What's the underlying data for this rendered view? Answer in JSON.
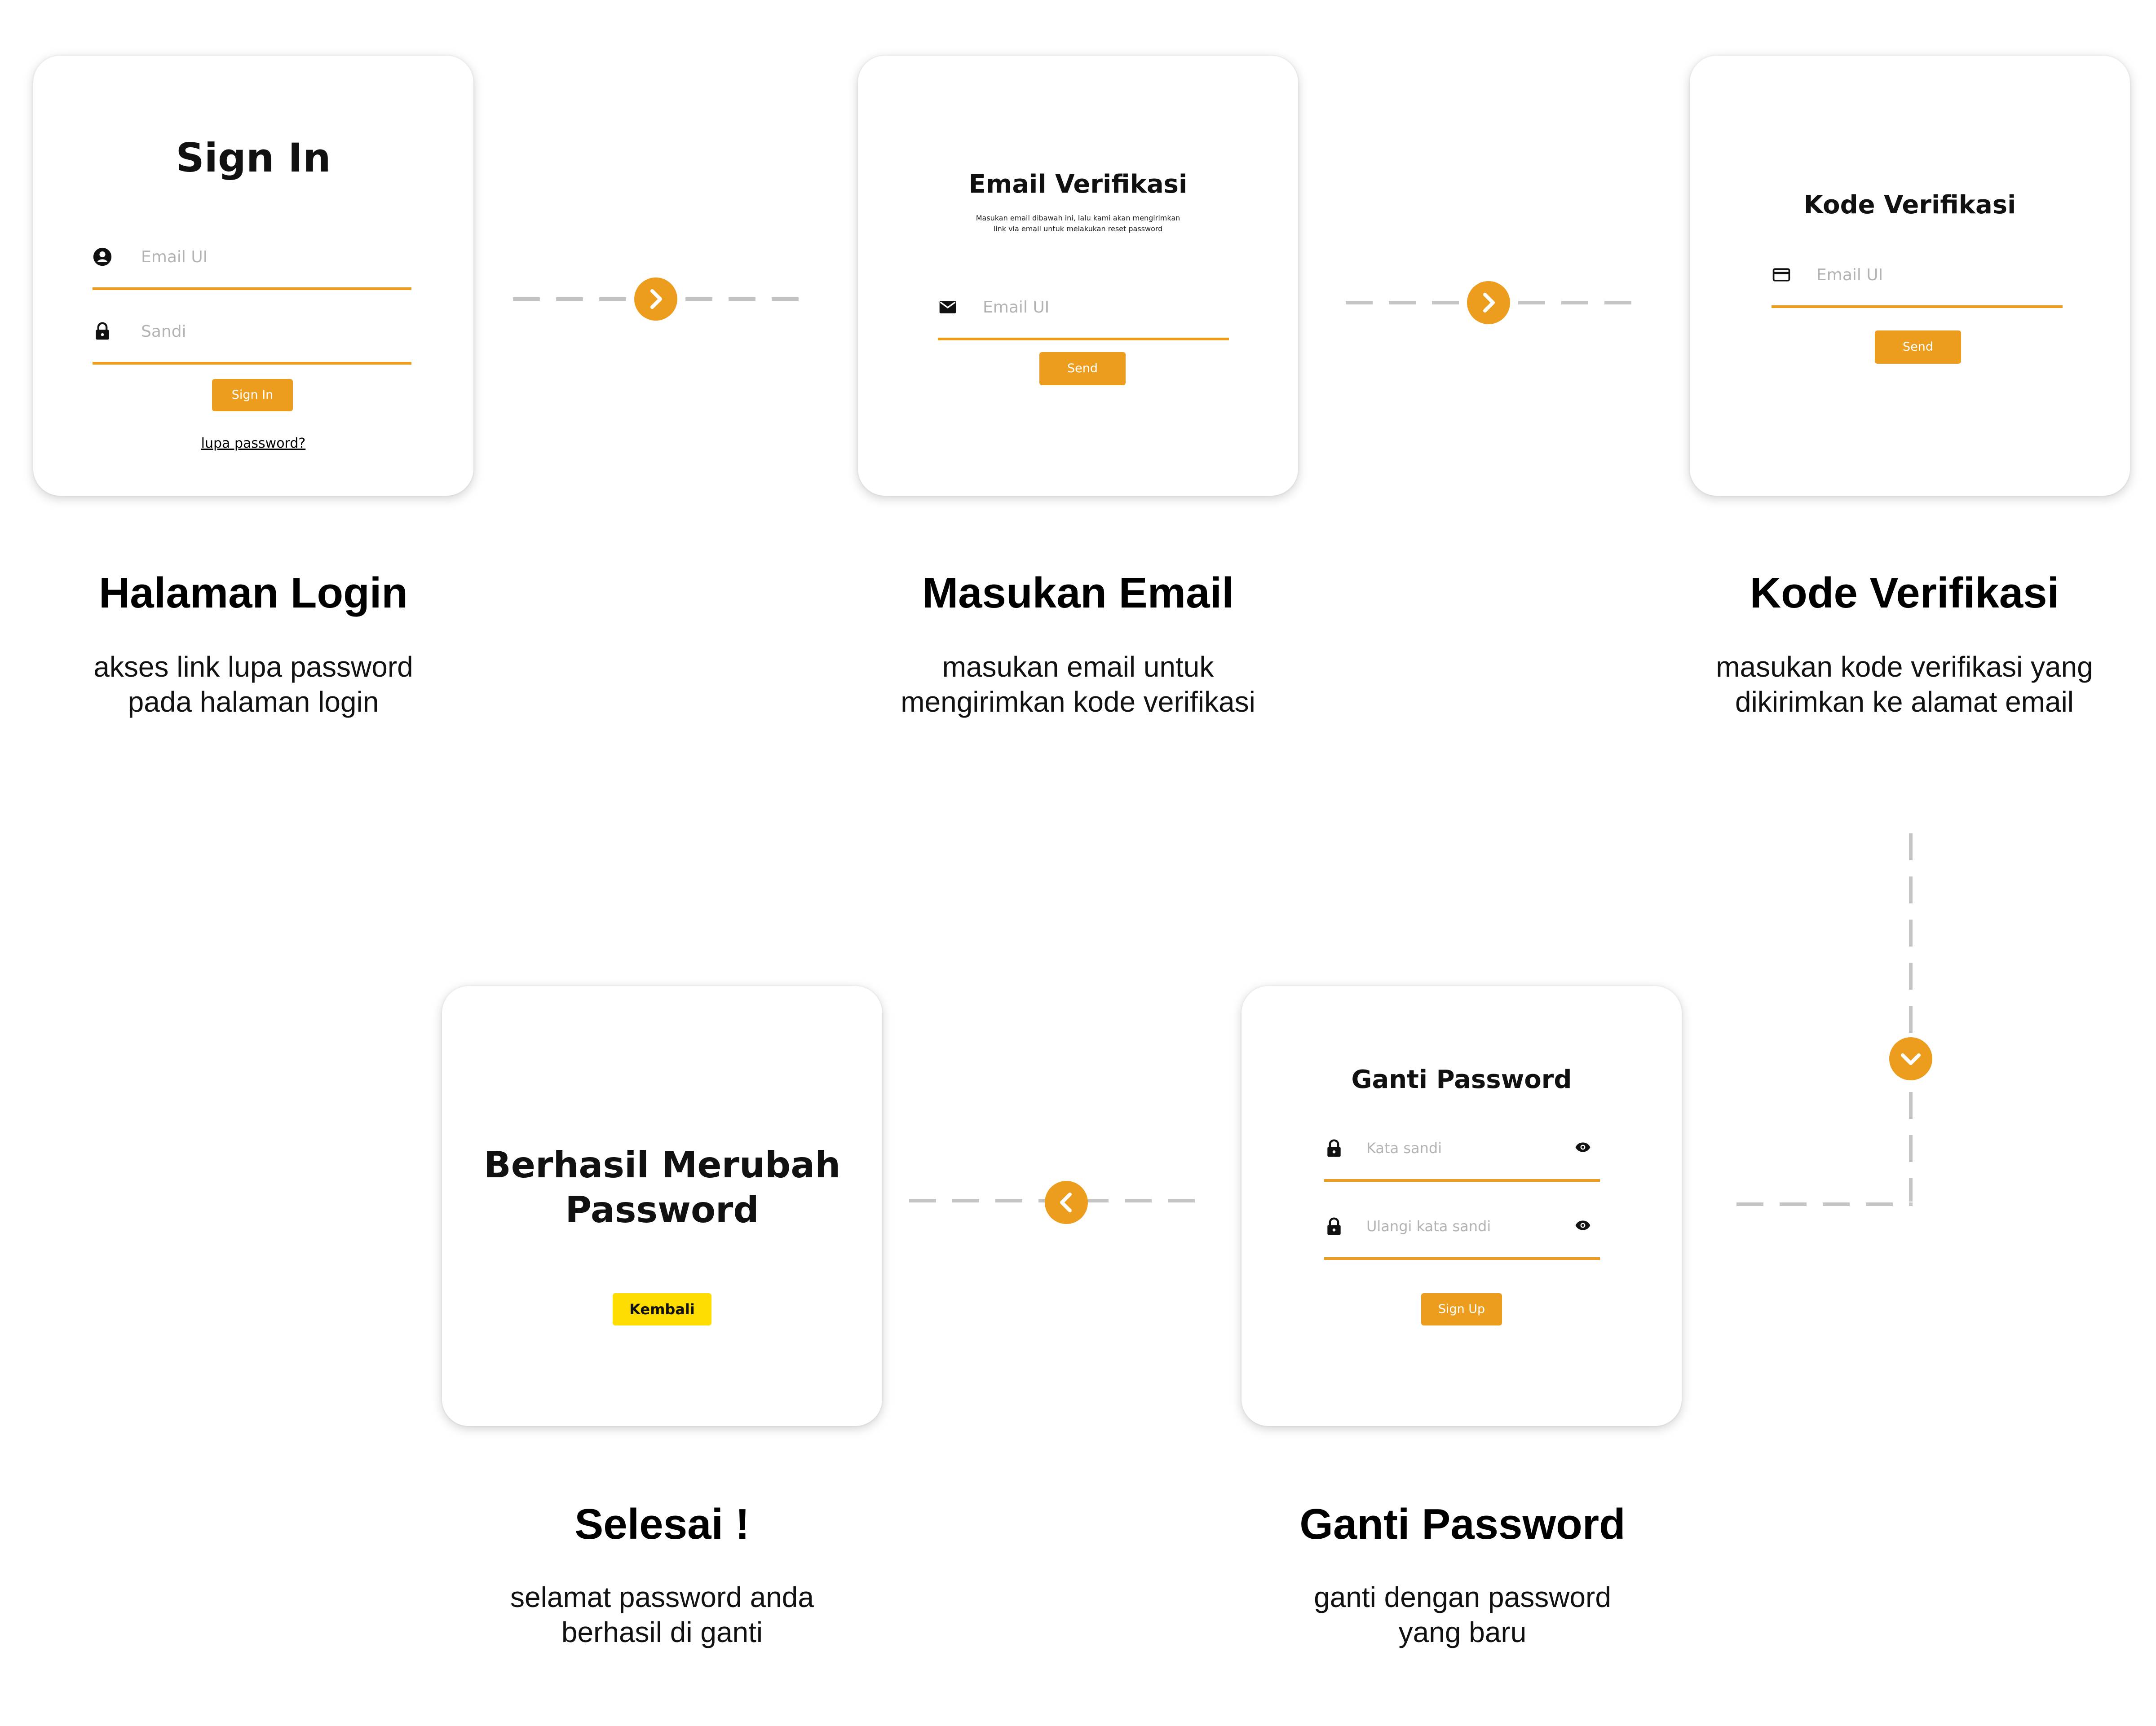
{
  "colors": {
    "accent": "#ED9D1D",
    "success_button": "#FFDD00",
    "dashes": "#C3C3C3"
  },
  "cards": {
    "signin": {
      "title": "Sign In",
      "email_placeholder": "Email UI",
      "password_placeholder": "Sandi",
      "button": "Sign In",
      "forgot_link": "lupa password?"
    },
    "email": {
      "title": "Email Verifikasi",
      "subtitle_line1": "Masukan email dibawah ini, lalu kami akan mengirimkan",
      "subtitle_line2": "link via email untuk melakukan reset password",
      "email_placeholder": "Email UI",
      "button": "Send"
    },
    "code": {
      "title": "Kode Verifikasi",
      "code_placeholder": "Email UI",
      "button": "Send"
    },
    "done": {
      "title_line1": "Berhasil Merubah",
      "title_line2": "Password",
      "button": "Kembali"
    },
    "change": {
      "title": "Ganti Password",
      "password_placeholder": "Kata sandi",
      "confirm_placeholder": "Ulangi kata sandi",
      "button": "Sign Up"
    }
  },
  "steps": {
    "login": {
      "title": "Halaman Login",
      "desc_line1": "akses link lupa password",
      "desc_line2": "pada halaman login"
    },
    "email": {
      "title": "Masukan Email",
      "desc_line1": "masukan email untuk",
      "desc_line2": "mengirimkan kode verifikasi"
    },
    "code": {
      "title": "Kode Verifikasi",
      "desc_line1": "masukan kode verifikasi yang",
      "desc_line2": "dikirimkan ke alamat email"
    },
    "done": {
      "title": "Selesai !",
      "desc_line1": "selamat password anda",
      "desc_line2": "berhasil di ganti"
    },
    "change": {
      "title": "Ganti Password",
      "desc_line1": "ganti dengan password",
      "desc_line2": "yang baru"
    }
  },
  "icons": {
    "signin_email": "account-circle-icon",
    "signin_password": "lock-icon",
    "email_field": "mail-icon",
    "code_field": "credit-card-icon",
    "change_password": "lock-icon",
    "change_visibility": "eye-icon",
    "flow_next": "chevron-right-icon",
    "flow_down": "chevron-down-icon",
    "flow_back": "chevron-left-icon"
  }
}
